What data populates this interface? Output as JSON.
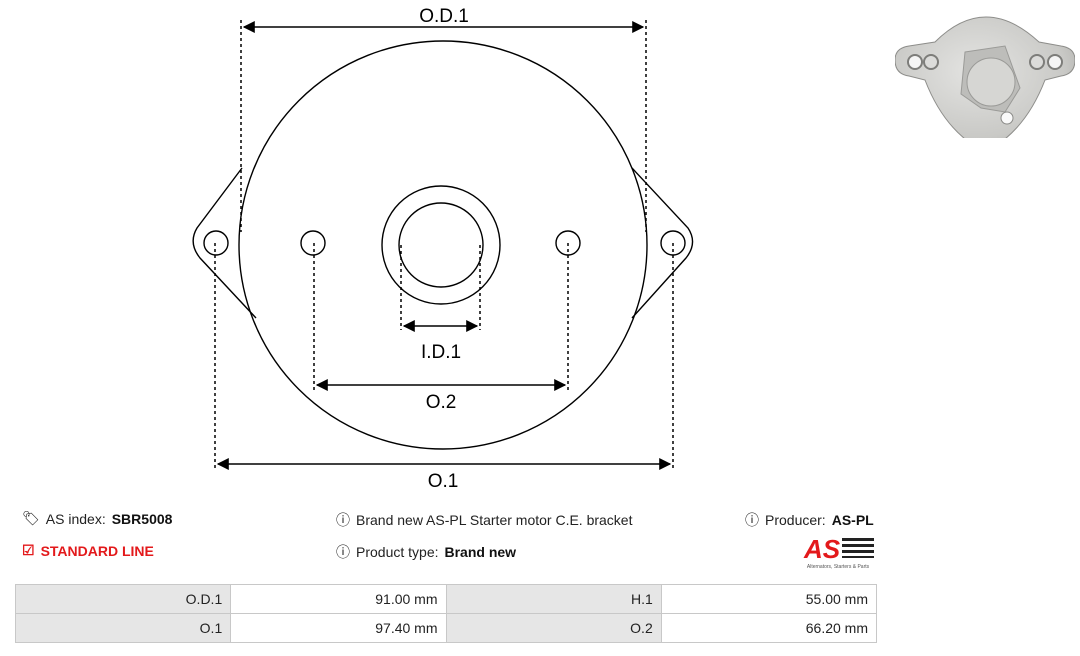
{
  "drawing": {
    "labels": {
      "od1": "O.D.1",
      "id1": "I.D.1",
      "o2": "O.2",
      "o1": "O.1"
    }
  },
  "info": {
    "as_index_label": "AS index:",
    "as_index_value": "SBR5008",
    "line": "STANDARD LINE",
    "description": "Brand new AS-PL Starter motor C.E. bracket",
    "product_type_label": "Product type:",
    "product_type_value": "Brand new",
    "producer_label": "Producer:",
    "producer_value": "AS-PL"
  },
  "logo": {
    "mark": "AS",
    "tagline": "Alternators, Starters & Parts"
  },
  "specs": [
    {
      "k1": "O.D.1",
      "v1": "91.00 mm",
      "k2": "H.1",
      "v2": "55.00 mm"
    },
    {
      "k1": "O.1",
      "v1": "97.40 mm",
      "k2": "O.2",
      "v2": "66.20 mm"
    }
  ],
  "colors": {
    "accent_red": "#e3191b",
    "table_key_bg": "#e6e6e6"
  },
  "icons": [
    "tags-icon",
    "info-icon",
    "check-square-icon"
  ]
}
